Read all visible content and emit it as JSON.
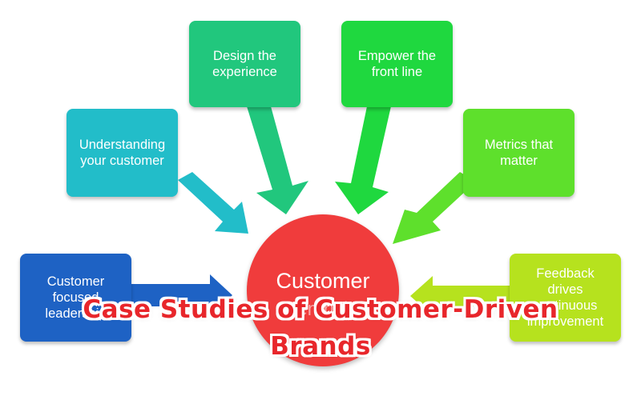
{
  "diagram": {
    "hub": {
      "label": "Customer",
      "label_obscured": "Centricity",
      "color": "#f03c3c"
    },
    "nodes": [
      {
        "id": "design",
        "label": "Design the\nexperience",
        "color": "#21c77d"
      },
      {
        "id": "empower",
        "label": "Empower the\nfront line",
        "color": "#1fd83f"
      },
      {
        "id": "understanding",
        "label": "Understanding\nyour customer",
        "color": "#22bdc9"
      },
      {
        "id": "metrics",
        "label": "Metrics that\nmatter",
        "color": "#5ee02c"
      },
      {
        "id": "leadership",
        "label": "Customer\nfocused\nleadership",
        "color": "#1e62c4"
      },
      {
        "id": "feedback",
        "label": "Feedback\ndrives\ncontinuous\nimprovement",
        "color": "#b6e21e"
      }
    ]
  },
  "overlay": {
    "title": "Case Studies of Customer-Driven Brands",
    "color": "#e8262b"
  }
}
